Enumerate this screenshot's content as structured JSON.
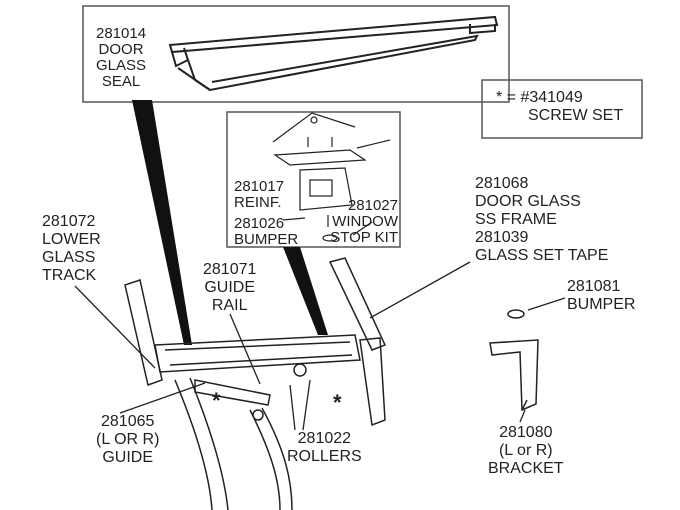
{
  "callouts": {
    "seal": [
      "281014",
      "DOOR",
      "GLASS",
      "SEAL"
    ],
    "screw_set": [
      "* = #341049",
      "SCREW SET"
    ],
    "reinf": [
      "281017",
      "REINF."
    ],
    "kit_bumper": [
      "281026",
      "BUMPER"
    ],
    "window_stop_kit": [
      "281027",
      "WINDOW",
      "STOP KIT"
    ],
    "door_glass_frame": [
      "281068",
      "DOOR GLASS",
      "SS FRAME",
      "281039",
      "GLASS SET TAPE"
    ],
    "lower_glass_track": [
      "281072",
      "LOWER",
      "GLASS",
      "TRACK"
    ],
    "guide_rail": [
      "281071",
      "GUIDE",
      "RAIL"
    ],
    "bumper": [
      "281081",
      "BUMPER"
    ],
    "guide": [
      "281065",
      "(L OR R)",
      "GUIDE"
    ],
    "rollers": [
      "281022",
      "ROLLERS"
    ],
    "bracket": [
      "281080",
      "(L or R)",
      "BRACKET"
    ]
  },
  "asterisk": "*"
}
